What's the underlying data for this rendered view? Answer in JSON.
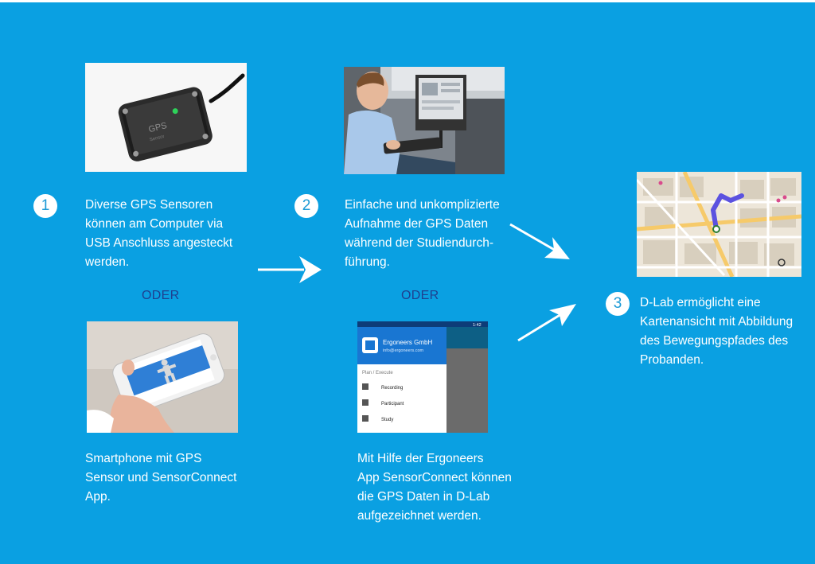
{
  "colors": {
    "background": "#0aa0e2",
    "text": "#ffffff",
    "separator": "#1f3f8f",
    "circle": "#ffffff",
    "circle_text": "#1c9ad6",
    "app_header": "#1976d2",
    "route": "#5b52e0"
  },
  "steps": [
    {
      "number": "1",
      "text": "Diverse GPS Sensoren\nkönnen am Computer via\nUSB Anschluss angesteckt\nwerden.",
      "image_icon": "gps-sensor-photo"
    },
    {
      "number": "2",
      "text": "Einfache und unkomplizierte\nAufnahme der GPS Daten\nwährend der Studiendurch-\nführung.",
      "image_icon": "car-monitor-photo"
    },
    {
      "number": "3",
      "text": "D-Lab ermöglicht eine\nKartenansicht mit Abbildung\ndes Bewegungspfades des\nProbanden.",
      "image_icon": "map-route-photo"
    }
  ],
  "separator": "ODER",
  "alternatives": [
    {
      "text": "Smartphone mit GPS\nSensor und SensorConnect\nApp.",
      "image_icon": "smartphone-hand-photo"
    },
    {
      "text": "Mit Hilfe der Ergoneers\nApp SensorConnect können\ndie GPS Daten in D-Lab\naufgezeichnet werden.",
      "image_icon": "app-screenshot"
    }
  ],
  "app_screen": {
    "status_time": "1:42",
    "company": "Ergoneers GmbH",
    "email": "info@ergoneers.com",
    "section": "Plan / Execute",
    "menu": [
      "Recording",
      "Participant",
      "Study"
    ]
  }
}
